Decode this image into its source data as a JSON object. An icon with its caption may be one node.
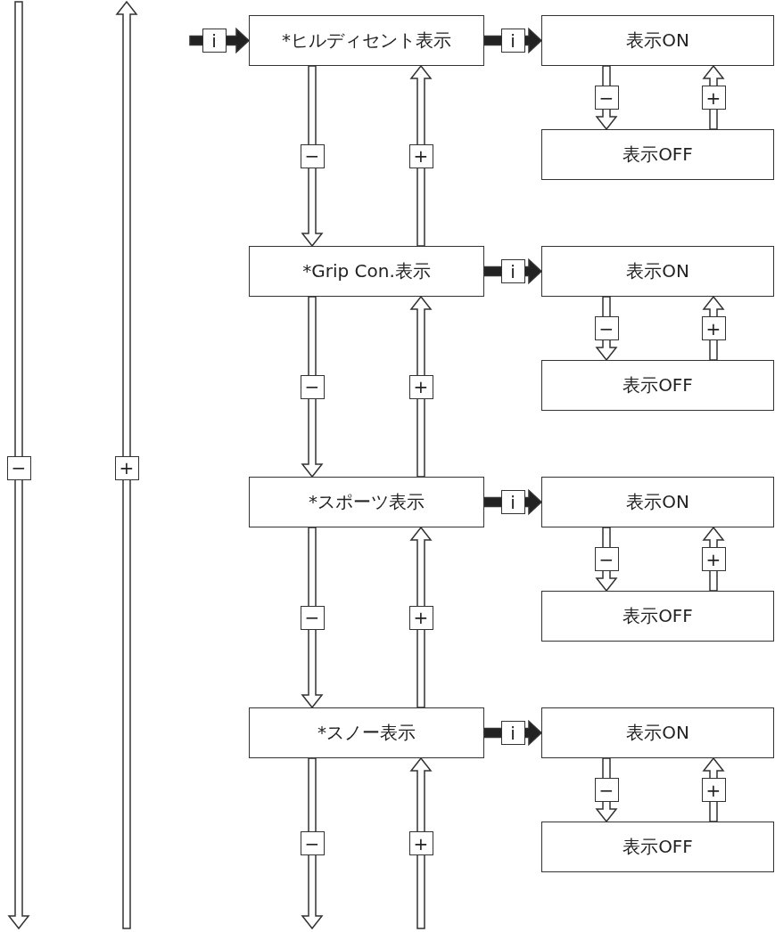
{
  "diagram": {
    "nodes": [
      {
        "text": [
          "*ヒルディセント表示"
        ]
      },
      {
        "text": [
          "表示ON"
        ]
      },
      {
        "text": [
          "表示OFF"
        ]
      },
      {
        "text": [
          "*Grip Con.表示"
        ]
      },
      {
        "text": [
          "表示ON"
        ]
      },
      {
        "text": [
          "表示OFF"
        ]
      },
      {
        "text": [
          "*スポーツ表示"
        ]
      },
      {
        "text": [
          "表示ON"
        ]
      },
      {
        "text": [
          "表示OFF"
        ]
      },
      {
        "text": [
          "*スノー表示"
        ]
      },
      {
        "text": [
          "表示ON"
        ]
      },
      {
        "text": [
          "表示OFF"
        ]
      }
    ],
    "edges": [
      {
        "from": null,
        "to": 0,
        "arrow": "to",
        "label": "i",
        "style": "thick"
      },
      {
        "from": 0,
        "to": 1,
        "arrow": "to",
        "label": "i",
        "style": "thick"
      },
      {
        "from": 1,
        "to": 2,
        "arrow": "to",
        "label": "−"
      },
      {
        "from": 2,
        "to": 1,
        "arrow": "to",
        "label": "+"
      },
      {
        "from": 0,
        "to": 3,
        "arrow": "to",
        "label": "−"
      },
      {
        "from": 3,
        "to": 0,
        "arrow": "to",
        "label": "+"
      },
      {
        "from": 3,
        "to": 4,
        "arrow": "to",
        "label": "i",
        "style": "thick"
      },
      {
        "from": 4,
        "to": 5,
        "arrow": "to",
        "label": "−"
      },
      {
        "from": 5,
        "to": 4,
        "arrow": "to",
        "label": "+"
      },
      {
        "from": 3,
        "to": 6,
        "arrow": "to",
        "label": "−"
      },
      {
        "from": 6,
        "to": 3,
        "arrow": "to",
        "label": "+"
      },
      {
        "from": 6,
        "to": 7,
        "arrow": "to",
        "label": "i",
        "style": "thick"
      },
      {
        "from": 7,
        "to": 8,
        "arrow": "to",
        "label": "−"
      },
      {
        "from": 8,
        "to": 7,
        "arrow": "to",
        "label": "+"
      },
      {
        "from": 6,
        "to": 9,
        "arrow": "to",
        "label": "−"
      },
      {
        "from": 9,
        "to": 6,
        "arrow": "to",
        "label": "+"
      },
      {
        "from": 9,
        "to": 10,
        "arrow": "to",
        "label": "i",
        "style": "thick"
      },
      {
        "from": 10,
        "to": 11,
        "arrow": "to",
        "label": "−"
      },
      {
        "from": 11,
        "to": 10,
        "arrow": "to",
        "label": "+"
      },
      {
        "from": 9,
        "to": null,
        "arrow": "to",
        "label": "−"
      },
      {
        "from": null,
        "to": 9,
        "arrow": "to",
        "label": "+"
      }
    ],
    "labels": [
      "−",
      "+"
    ]
  }
}
